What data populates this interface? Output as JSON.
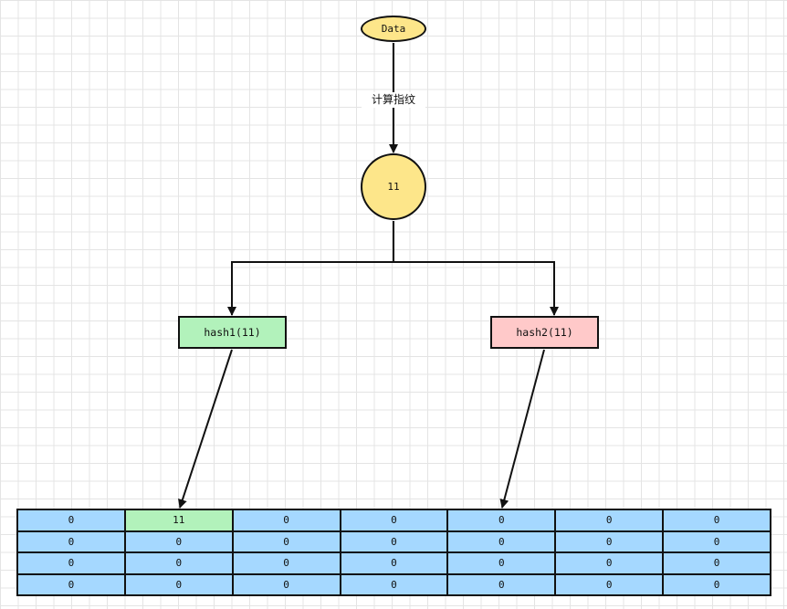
{
  "colors": {
    "ellipse_fill": "#fde68a",
    "hash1_fill": "#b2f2bb",
    "hash2_fill": "#ffc9c9",
    "cell_fill": "#a5d8ff",
    "cell_highlight_fill": "#b2f2bb",
    "stroke": "#111111"
  },
  "diagram": {
    "data_node": "Data",
    "edge_label": "计算指纹",
    "fingerprint_node": "11",
    "hash1": "hash1(11)",
    "hash2": "hash2(11)"
  },
  "buckets": {
    "highlight": {
      "row": 0,
      "col": 1
    },
    "rows": [
      [
        "0",
        "11",
        "0",
        "0",
        "0",
        "0",
        "0"
      ],
      [
        "0",
        "0",
        "0",
        "0",
        "0",
        "0",
        "0"
      ],
      [
        "0",
        "0",
        "0",
        "0",
        "0",
        "0",
        "0"
      ],
      [
        "0",
        "0",
        "0",
        "0",
        "0",
        "0",
        "0"
      ]
    ]
  }
}
